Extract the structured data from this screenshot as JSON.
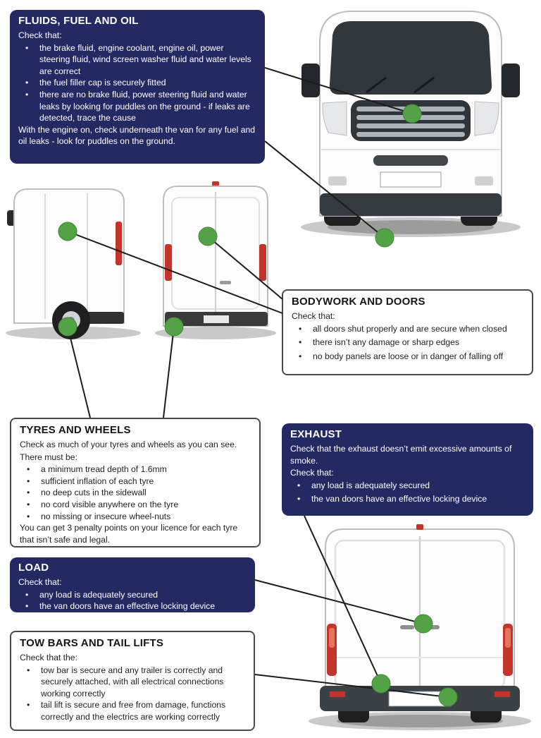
{
  "colors": {
    "navy": "#232a63",
    "green": "#53a245",
    "line": "#1c1c1c",
    "tail_red": "#c4342a",
    "box_border": "#4a4a4a"
  },
  "panels": {
    "fluids": {
      "title": "FLUIDS, FUEL AND OIL",
      "intro": "Check that:",
      "bullets": [
        "the brake fluid, engine coolant, engine oil, power steering fluid, wind screen washer fluid and water levels are correct",
        "the fuel filler cap is securely fitted",
        "there are no brake fluid, power steering fluid and water leaks by looking for puddles on the ground - if leaks are detected, trace the cause"
      ],
      "outro": "With the engine on, check underneath the van for any fuel and oil leaks - look for puddles on the ground."
    },
    "bodywork": {
      "title": "BODYWORK AND DOORS",
      "intro": "Check that:",
      "bullets": [
        "all doors shut properly and are secure when closed",
        "there isn’t any damage or sharp edges",
        "no body panels are loose or in danger of falling off"
      ]
    },
    "tyres": {
      "title": "TYRES AND WHEELS",
      "intro1": "Check as much of your tyres and wheels as you can see.",
      "intro2": "There must be:",
      "bullets": [
        "a minimum tread depth of 1.6mm",
        "sufficient inflation of each tyre",
        "no deep cuts in the sidewall",
        "no cord visible anywhere on the tyre",
        "no missing or insecure wheel-nuts"
      ],
      "outro": "You can get 3 penalty points on your licence for each tyre that isn’t safe and legal."
    },
    "exhaust": {
      "title": "EXHAUST",
      "intro1": "Check that the exhaust doesn’t emit excessive amounts of smoke.",
      "intro2": "Check that:",
      "bullets": [
        "any load is adequately secured",
        "the van doors have an effective locking device"
      ]
    },
    "load": {
      "title": "LOAD",
      "intro": "Check that:",
      "bullets": [
        "any load is adequately secured",
        "the van doors have an effective locking device"
      ]
    },
    "towbars": {
      "title": "TOW BARS AND TAIL LIFTS",
      "intro": "Check that the:",
      "bullets": [
        "tow bar is secure and any trailer is correctly and securely attached, with all electrical connections working correctly",
        "tail lift is secure and free from damage, functions correctly and the electrics are working correctly"
      ]
    }
  }
}
